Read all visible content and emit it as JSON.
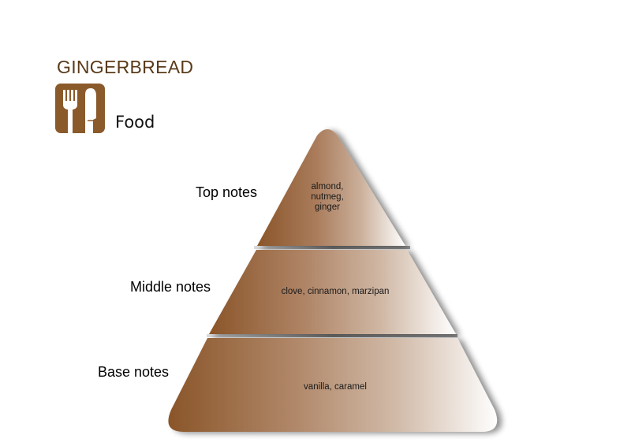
{
  "header": {
    "title": "GINGERBREAD",
    "category_icon": "fork-knife-icon",
    "category": "Food"
  },
  "colors": {
    "brand_brown": "#8B5A2B",
    "title_brown": "#5a3a1a",
    "gradient_start": "#8a5529",
    "gradient_end": "#ffffff"
  },
  "pyramid": {
    "levels": [
      {
        "label": "Top notes",
        "notes": [
          "almond,",
          "nutmeg,",
          "ginger"
        ]
      },
      {
        "label": "Middle notes",
        "notes": [
          "clove, cinnamon, marzipan"
        ]
      },
      {
        "label": "Base notes",
        "notes": [
          "vanilla, caramel"
        ]
      }
    ]
  }
}
